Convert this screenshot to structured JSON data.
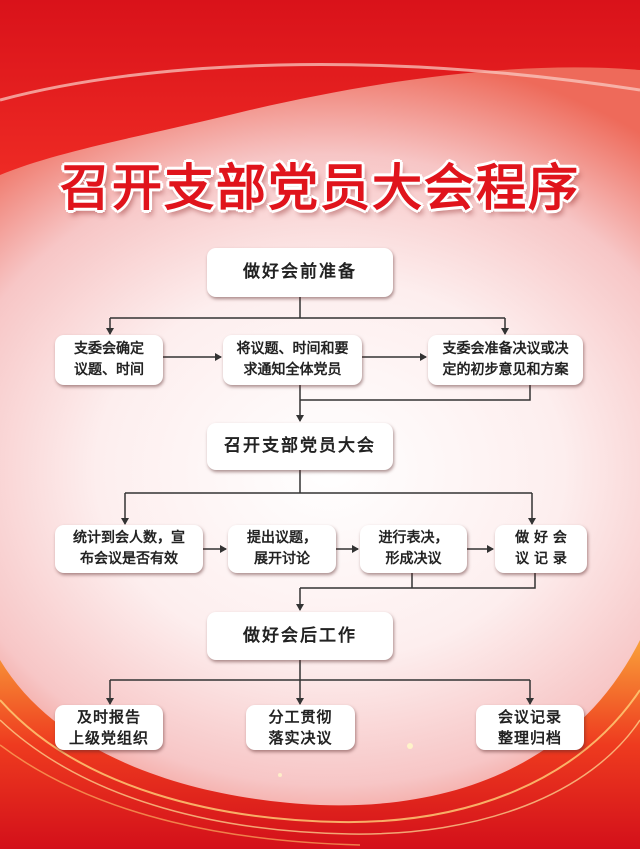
{
  "title": "召开支部党员大会程序",
  "colors": {
    "primary_red": "#e0141c",
    "line": "#333333",
    "orange": "#f7931e"
  },
  "stages": [
    {
      "label": "做好会前准备",
      "steps": [
        "支委会确定\n议题、时间",
        "将议题、时间和要\n求通知全体党员",
        "支委会准备决议或决\n定的初步意见和方案"
      ]
    },
    {
      "label": "召开支部党员大会",
      "steps": [
        "统计到会人数，宣\n布会议是否有效",
        "提出议题，\n展开讨论",
        "进行表决，\n形成决议",
        "做 好 会\n议 记 录"
      ]
    },
    {
      "label": "做好会后工作",
      "steps": [
        "及时报告\n上级党组织",
        "分工贯彻\n落实决议",
        "会议记录\n整理归档"
      ]
    }
  ]
}
